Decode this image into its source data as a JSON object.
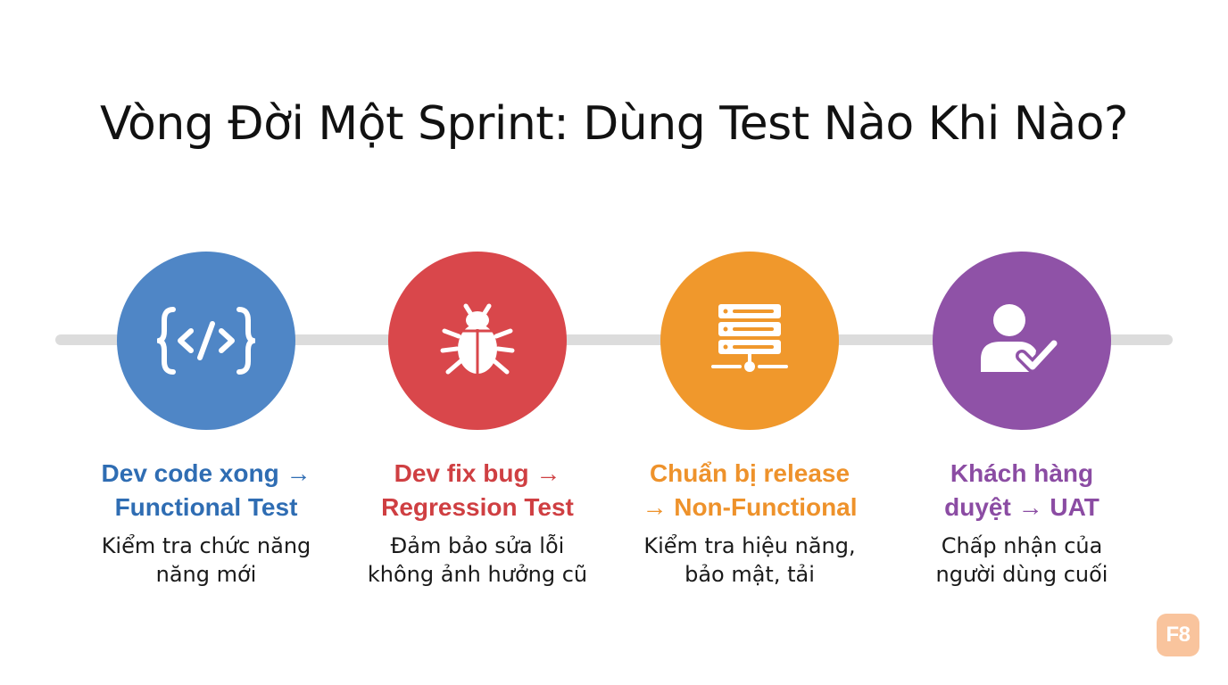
{
  "title": "Vòng Đời Một Sprint: Dùng Test Nào Khi Nào?",
  "stages": [
    {
      "icon": "code-icon",
      "color": "#4f86c6",
      "text_color": "#2f6db3",
      "heading_lines": [
        "Dev code xong →",
        "Functional Test"
      ],
      "desc_lines": [
        "Kiểm tra chức năng",
        "năng mới"
      ]
    },
    {
      "icon": "bug-icon",
      "color": "#d9474b",
      "text_color": "#cf3f42",
      "heading_lines": [
        "Dev fix bug →",
        "Regression Test"
      ],
      "desc_lines": [
        "Đảm bảo sửa lỗi",
        "không ảnh hưởng cũ"
      ]
    },
    {
      "icon": "server-icon",
      "color": "#f0982c",
      "text_color": "#ee922b",
      "heading_lines": [
        "Chuẩn bị release",
        "→ Non-Functional"
      ],
      "desc_lines": [
        "Kiểm tra hiệu năng,",
        "bảo mật, tải"
      ]
    },
    {
      "icon": "user-check-icon",
      "color": "#8f52a7",
      "text_color": "#8b4ca3",
      "heading_lines": [
        "Khách hàng",
        "duyệt → UAT"
      ],
      "desc_lines": [
        "Chấp nhận của",
        "người dùng cuối"
      ]
    }
  ],
  "logo": {
    "text": "F8",
    "color": "#f9c49d"
  }
}
